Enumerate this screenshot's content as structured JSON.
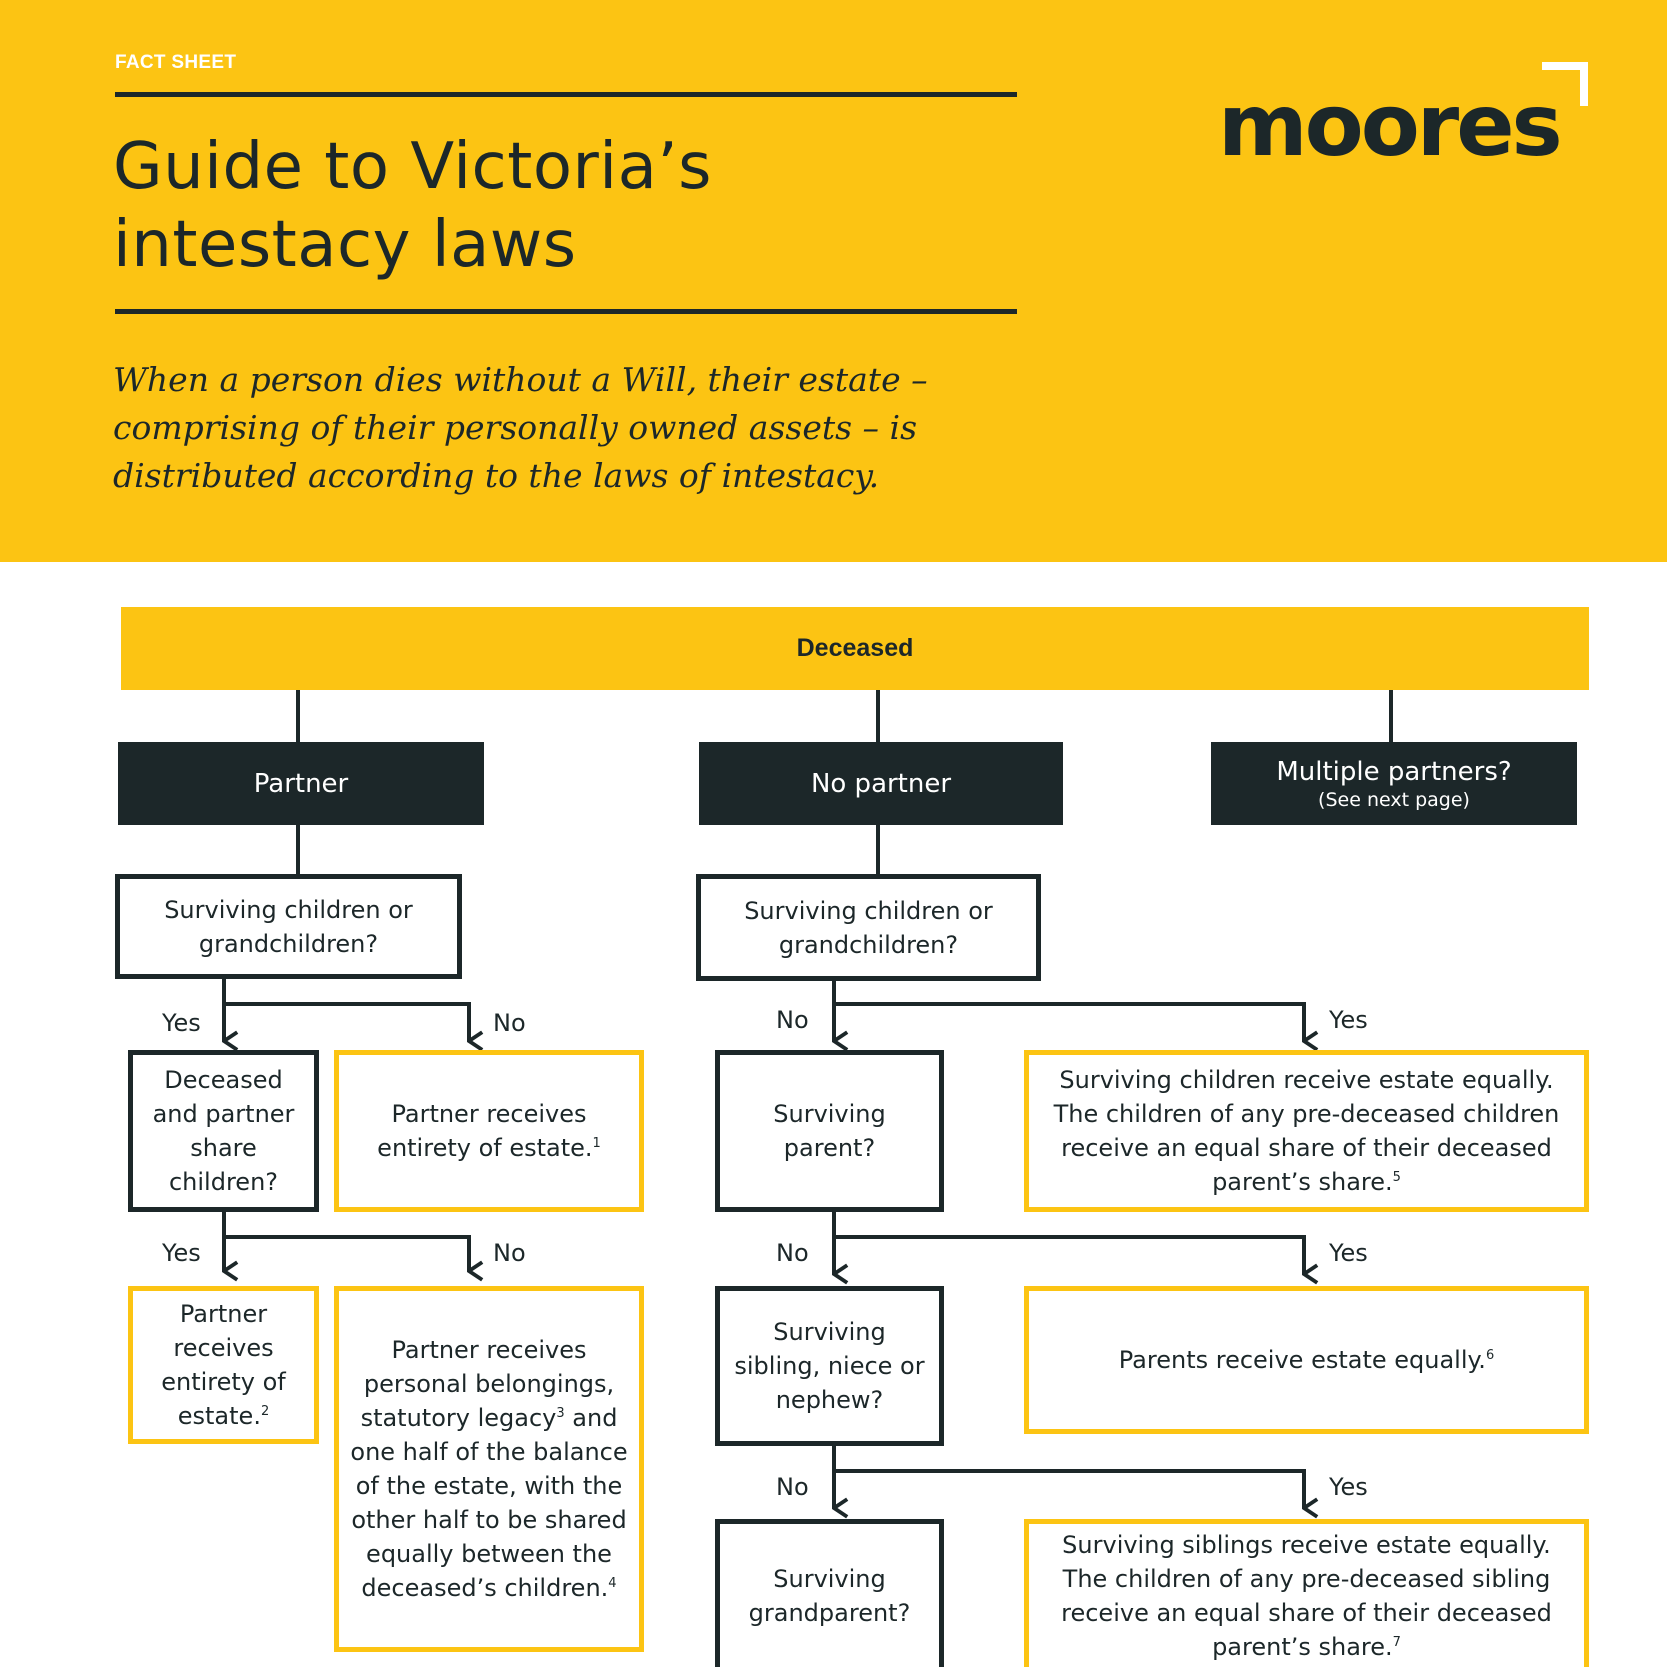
{
  "header": {
    "kicker": "FACT SHEET",
    "title_line1": "Guide to Victoria’s",
    "title_line2": "intestacy laws",
    "intro": "When a person dies without a Will, their estate – comprising of their personally owned assets – is distributed according to the laws of intestacy.",
    "logo": "moores"
  },
  "colors": {
    "accent": "#fcc413",
    "dark": "#1c2729",
    "background": "#ffffff"
  },
  "flowchart": {
    "root": "Deceased",
    "branches": {
      "partner": "Partner",
      "no_partner": "No partner",
      "multiple_title": "Multiple partners?",
      "multiple_sub": "(See next page)"
    },
    "partner": {
      "q1": "Surviving children or grandchildren?",
      "q2": "Deceased and partner share children?",
      "a_no_children": "Partner receives entirety of estate.",
      "a_no_children_note": "1",
      "a_shared": "Partner receives entirety of estate.",
      "a_shared_note": "2",
      "a_not_shared": "Partner receives personal belongings, statutory legacy",
      "a_not_shared_note1": "3",
      "a_not_shared_rest": " and one half of the balance of the estate, with the other half to be shared equally between the deceased’s children.",
      "a_not_shared_note2": "4"
    },
    "no_partner": {
      "q1": "Surviving children or grandchildren?",
      "q2": "Surviving parent?",
      "q3": "Surviving sibling, niece or nephew?",
      "q4": "Surviving grandparent?",
      "a1": "Surviving children receive estate equally. The children of any pre-deceased children receive an equal share of their deceased parent’s share.",
      "a1_note": "5",
      "a2": "Parents receive estate equally.",
      "a2_note": "6",
      "a3": "Surviving siblings receive estate equally. The children of any pre-deceased sibling receive an equal share of their deceased parent’s share.",
      "a3_note": "7"
    },
    "labels": {
      "yes": "Yes",
      "no": "No"
    }
  }
}
